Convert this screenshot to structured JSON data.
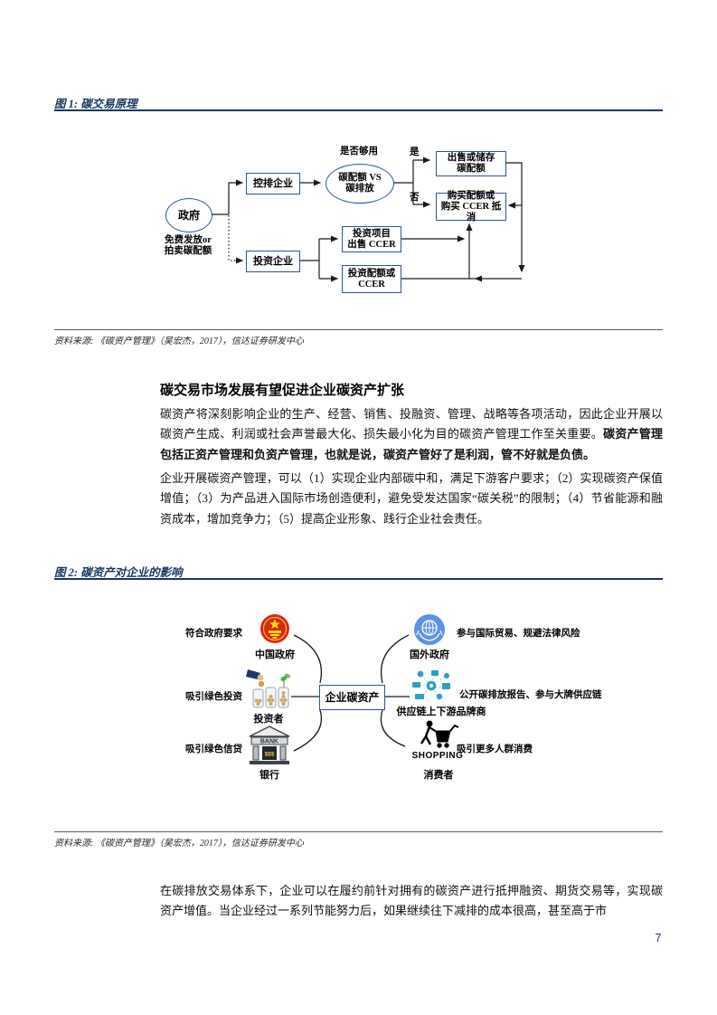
{
  "page_number": "7",
  "figure1": {
    "title": "图 1: 碳交易原理",
    "source": "资料来源: 《碳资产管理》（吴宏杰，2017），信达证券研发中心",
    "government": "政府",
    "gov_note1": "免费发放or",
    "gov_note2": "拍卖碳配额",
    "controlled_box": "控排企业",
    "invest_box": "投资企业",
    "decision_caption": "是否够用",
    "decision1": "碳配额 VS",
    "decision2": "碳排放",
    "yes": "是",
    "no": "否",
    "sell1": "出售或储存",
    "sell2": "碳配额",
    "buy1": "购买配额或",
    "buy2": "购买 CCER 抵消",
    "project1": "投资项目",
    "project2": "出售 CCER",
    "quota1": "投资配额或",
    "quota2": "CCER"
  },
  "section": {
    "heading": "碳交易市场发展有望促进企业碳资产扩张",
    "para1_normal": "碳资产将深刻影响企业的生产、经营、销售、投融资、管理、战略等各项活动，因此企业开展以碳资产生成、利润或社会声誉最大化、损失最小化为目的碳资产管理工作至关重要。",
    "para1_bold": "碳资产管理包括正资产管理和负资产管理，也就是说，碳资产管好了是利润，管不好就是负债。",
    "para2": "企业开展碳资产管理，可以（1）实现企业内部碳中和，满足下游客户要求；（2）实现碳资产保值增值；（3）为产品进入国际市场创造便利，避免受发达国家“碳关税”的限制；（4）节省能源和融资成本，增加竞争力；（5）提高企业形象、践行企业社会责任。"
  },
  "figure2": {
    "title": "图 2: 碳资产对企业的影响",
    "source": "资料来源: 《碳资产管理》（吴宏杰，2017），信达证券研发中心",
    "center": "企业碳资产",
    "left_benefit1": "符合政府要求",
    "left_name1": "中国政府",
    "left_benefit2": "吸引绿色投资",
    "left_name2": "投资者",
    "left_benefit3": "吸引绿色信贷",
    "left_name3": "银行",
    "right_name1": "国外政府",
    "right_benefit1": "参与国际贸易、规避法律风险",
    "right_name2": "供应链上下游品牌商",
    "right_benefit2": "公开碳排放报告、参与大牌供应链",
    "right_name3": "消费者",
    "right_benefit3": "吸引更多人群消费",
    "bank_sign": "BANK",
    "bank_dollars": "$$$",
    "shopping_sign": "SHOPPING"
  },
  "closing": "在碳排放交易体系下，企业可以在履约前针对拥有的碳资产进行抵押融资、期货交易等，实现碳资产增值。当企业经过一系列节能努力后，如果继续往下减排的成本很高，甚至高于市",
  "colors": {
    "navy": "#17375E",
    "box_border": "#2F5597"
  }
}
